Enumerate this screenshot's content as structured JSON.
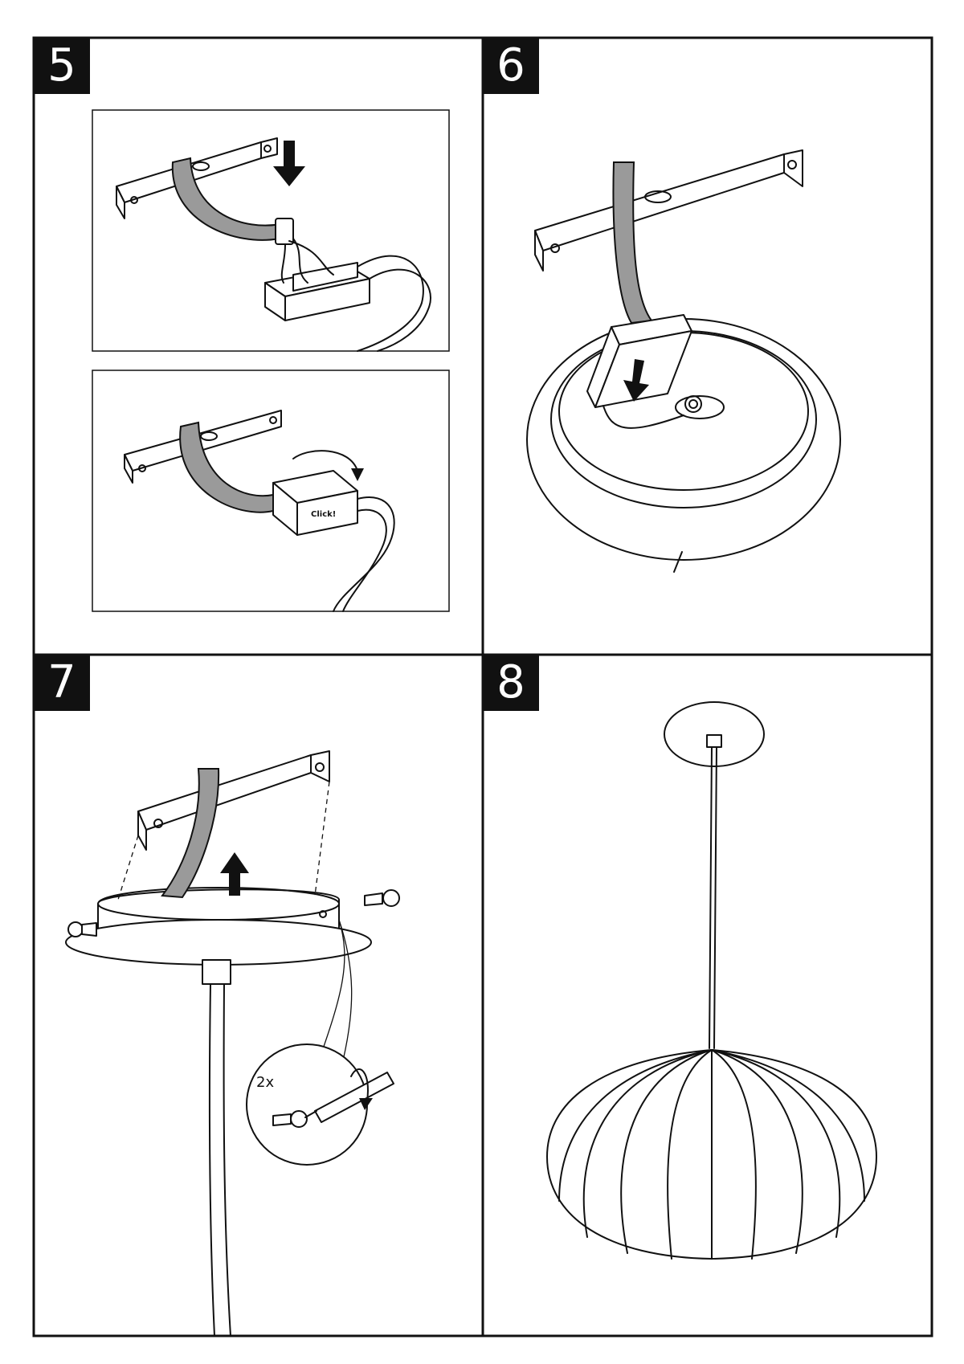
{
  "steps": [
    {
      "number": "5",
      "click_label": "Click!"
    },
    {
      "number": "6"
    },
    {
      "number": "7",
      "count_label": "2x"
    },
    {
      "number": "8"
    }
  ],
  "colors": {
    "ink": "#111111",
    "cable_fill": "#9a9a9a",
    "paper": "#ffffff"
  },
  "icons": [
    "down-arrow-icon",
    "rotate-arrow-icon",
    "up-arrow-icon",
    "screw-icon",
    "screwdriver-icon"
  ]
}
